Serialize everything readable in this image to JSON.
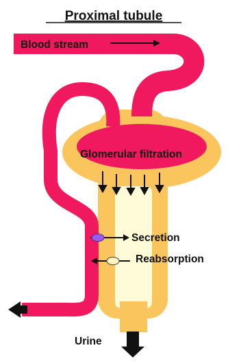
{
  "title": "Proximal tubule",
  "labels": {
    "blood_stream": "Blood stream",
    "glomerular_filtration": "Glomerular filtration",
    "secretion": "Secretion",
    "reabsorption": "Reabsorption",
    "urine": "Urine"
  },
  "colors": {
    "blood_vessel": "#F0185F",
    "tubule_outer": "#FBC55E",
    "tubule_lumen": "#FFFBD8",
    "secretion_channel": "#9B59F0",
    "arrow": "#111111"
  }
}
